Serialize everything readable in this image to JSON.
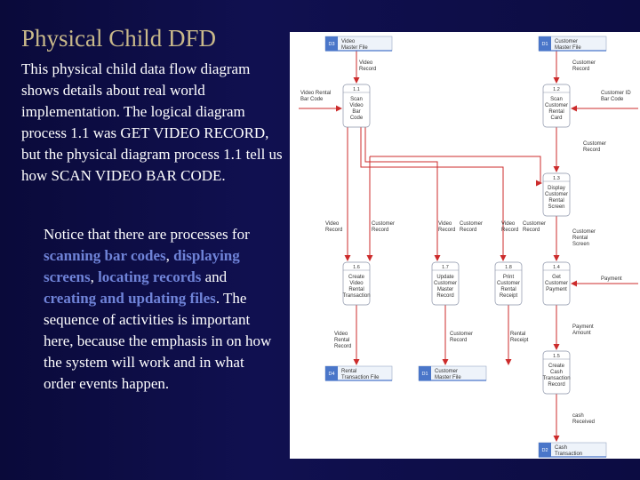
{
  "title": "Physical Child DFD",
  "intro": "This physical child data flow diagram shows details about real world implementation. The logical diagram process 1.1 was GET VIDEO RECORD, but the physical diagram process 1.1 tell us how SCAN VIDEO BAR CODE.",
  "notice": {
    "t1": "Notice that there are processes for ",
    "h1": "scanning bar codes",
    "t2": ", ",
    "h2": "displaying screens",
    "t3": ", ",
    "h3": "locating records",
    "t4": " and ",
    "h4": "creating and updating files",
    "t5": ". The sequence of activities is important here, because the emphasis in on how the system will work and in what order events happen."
  },
  "diagram": {
    "stores": {
      "d3": {
        "id": "D3",
        "name": [
          "Video",
          "Master File"
        ]
      },
      "d1": {
        "id": "D1",
        "name": [
          "Customer",
          "Master File"
        ]
      },
      "d4": {
        "id": "D4",
        "name": [
          "Rental",
          "Transaction File"
        ]
      },
      "d1b": {
        "id": "D1",
        "name": [
          "Customer",
          "Master File"
        ]
      },
      "d2": {
        "id": "D2",
        "name": [
          "Cash",
          "Transaction"
        ]
      }
    },
    "processes": {
      "p11": {
        "num": "1.1",
        "name": [
          "Scan",
          "Video",
          "Bar",
          "Code"
        ]
      },
      "p12": {
        "num": "1.2",
        "name": [
          "Scan",
          "Customer",
          "Rental",
          "Card"
        ]
      },
      "p13": {
        "num": "1.3",
        "name": [
          "Display",
          "Customer",
          "Rental",
          "Screen"
        ]
      },
      "p16": {
        "num": "1.6",
        "name": [
          "Create",
          "Video",
          "Rental",
          "Transaction"
        ]
      },
      "p17": {
        "num": "1.7",
        "name": [
          "Update",
          "Customer",
          "Master",
          "Record"
        ]
      },
      "p18": {
        "num": "1.8",
        "name": [
          "Print",
          "Customer",
          "Rental",
          "Receipt"
        ]
      },
      "p14": {
        "num": "1.4",
        "name": [
          "Get",
          "Customer",
          "Payment"
        ]
      },
      "p15": {
        "num": "1.5",
        "name": [
          "Create",
          "Cash",
          "Transaction",
          "Record"
        ]
      }
    },
    "labels": {
      "video_record_top": [
        "Video",
        "Record"
      ],
      "customer_record_top": [
        "Customer",
        "Record"
      ],
      "video_rental_bar_code": [
        "Video Rental",
        "Bar Code"
      ],
      "customer_id_bar_code": [
        "Customer ID",
        "Bar Code"
      ],
      "customer_record_mid": [
        "Customer",
        "Record"
      ],
      "video_record_a": [
        "Video",
        "Record"
      ],
      "customer_record_a": [
        "Customer",
        "Record"
      ],
      "video_record_b": [
        "Video",
        "Record"
      ],
      "customer_record_b": [
        "Customer",
        "Record"
      ],
      "video_record_c": [
        "Video",
        "Record"
      ],
      "customer_record_c": [
        "Customer",
        "Record"
      ],
      "customer_rental_screen": [
        "Customer",
        "Rental",
        "Screen"
      ],
      "payment": "Payment",
      "video_rental_record": [
        "Video",
        "Rental",
        "Record"
      ],
      "customer_record_bottom": [
        "Customer",
        "Record"
      ],
      "rental_receipt": [
        "Rental",
        "Receipt"
      ],
      "payment_amount": [
        "Payment",
        "Amount"
      ],
      "cash_received": [
        "cash",
        "Received"
      ]
    }
  }
}
